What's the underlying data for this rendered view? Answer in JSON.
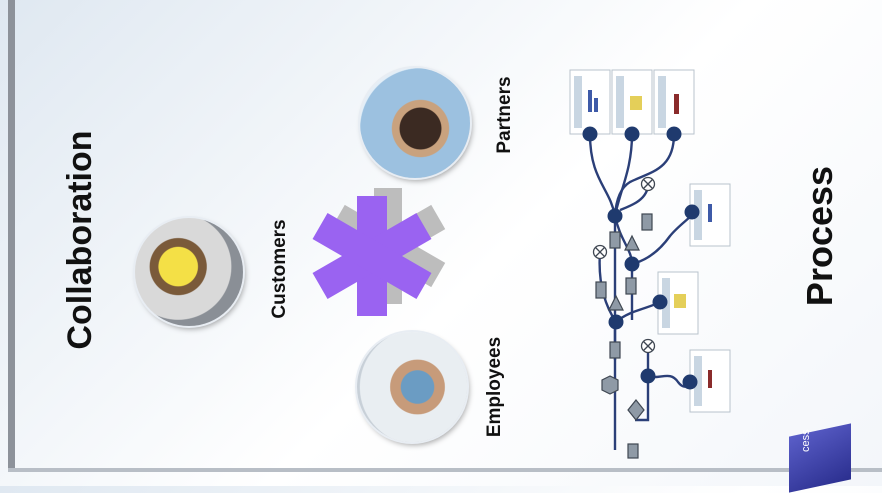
{
  "titles": {
    "collaboration": "Collaboration",
    "process": "Process"
  },
  "stakeholders": {
    "customers": "Customers",
    "employees": "Employees",
    "partners": "Partners"
  },
  "logo": {
    "text": "cess"
  },
  "colors": {
    "asterisk": "#9a63f1",
    "asterisk_shadow": "#bdbdbd",
    "flow_line": "#2b3f78",
    "flow_node": "#1f3a6e",
    "flow_box": "#8f9aa6",
    "left_bar": "#8d929a"
  },
  "icons": {
    "asterisk": "asterisk-icon",
    "merge": "circle-x-icon",
    "decision": "diamond-icon"
  }
}
